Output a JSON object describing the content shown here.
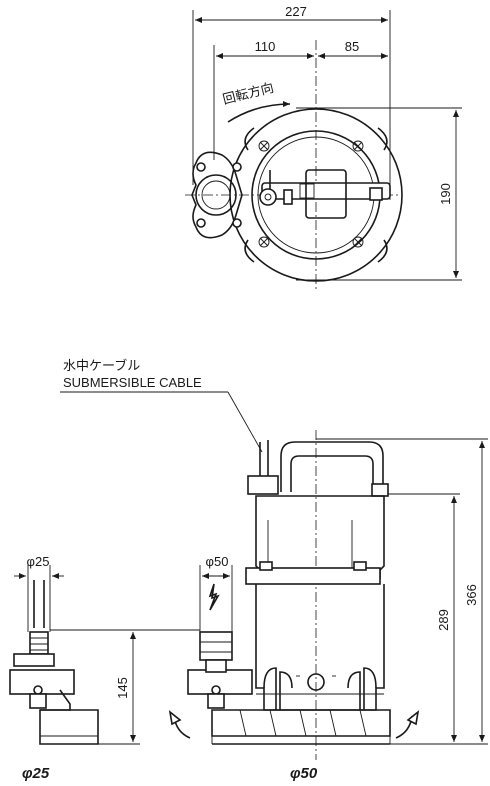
{
  "top_view": {
    "dims": {
      "overall_width": "227",
      "left_width": "110",
      "right_width": "85",
      "height": "190"
    },
    "rotation_label": "回転方向"
  },
  "side_view": {
    "cable_label_jp": "水中ケーブル",
    "cable_label_en": "SUBMERSIBLE CABLE",
    "dims": {
      "total_height": "366",
      "body_height": "289",
      "outlet_height": "145",
      "small_diameter": "φ25",
      "large_diameter": "φ50"
    },
    "caption_small": "φ25",
    "caption_large": "φ50"
  }
}
